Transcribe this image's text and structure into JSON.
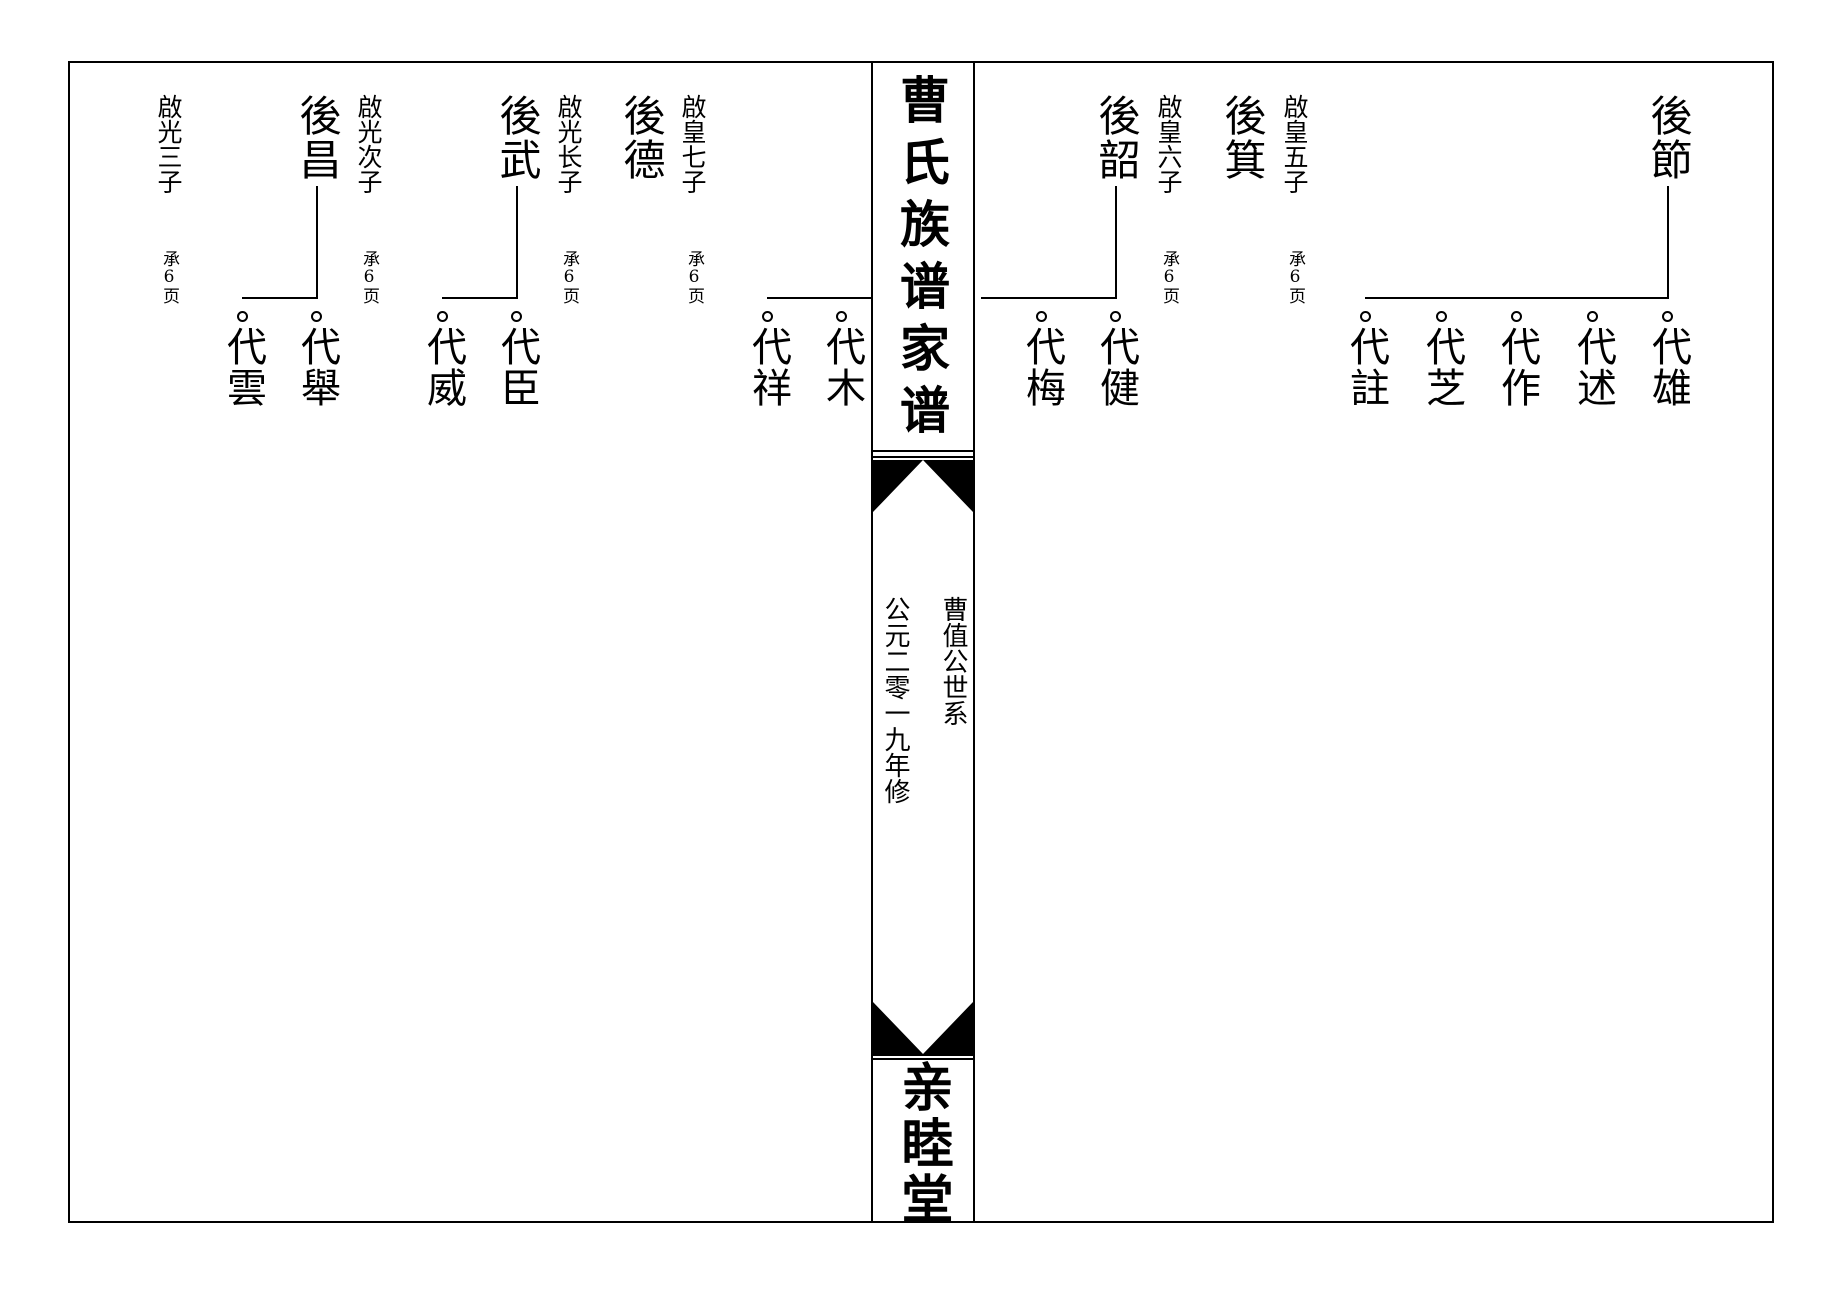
{
  "spine": {
    "title": "曹氏族谱家谱",
    "lineage": "曹值公世系",
    "revised": "公元二零一九年修",
    "hall": "亲睦堂"
  },
  "right_page": {
    "ancestors": [
      {
        "name": "後節",
        "rank": ""
      },
      {
        "name": "後箕",
        "rank": "啟皇五子",
        "cont": "承6页"
      },
      {
        "name": "後韶",
        "rank": "啟皇六子",
        "cont": "承6页"
      }
    ],
    "children_jie": [
      "代雄",
      "代述",
      "代作",
      "代芝",
      "代註"
    ],
    "children_shao": [
      "代健",
      "代梅"
    ]
  },
  "left_page": {
    "ancestors": [
      {
        "name": "後德",
        "rank": "啟皇七子",
        "cont": "承6页"
      },
      {
        "name": "後武",
        "rank": "啟光长子",
        "cont": "承6页"
      },
      {
        "name": "後昌",
        "rank": "啟光次子",
        "cont": "承6页"
      },
      {
        "name": "",
        "rank": "啟光三子",
        "cont": "承6页"
      }
    ],
    "children_de": [
      "代木",
      "代祥"
    ],
    "children_wu": [
      "代臣",
      "代威"
    ],
    "children_chang": [
      "代舉",
      "代雲"
    ]
  }
}
